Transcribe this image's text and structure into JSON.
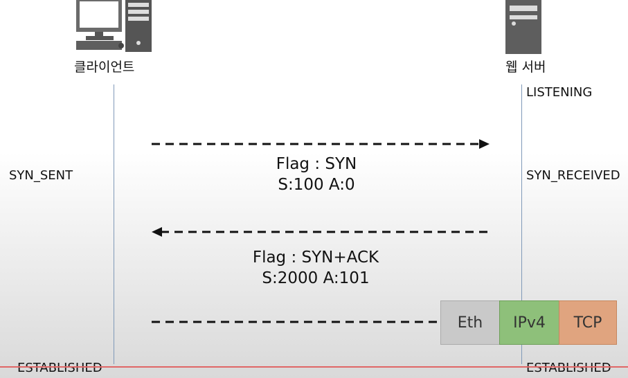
{
  "client": {
    "label": "클라이언트",
    "icon": "desktop-computer-icon"
  },
  "server": {
    "label": "웹 서버",
    "icon": "server-tower-icon"
  },
  "states": {
    "server_listening": "LISTENING",
    "client_syn_sent": "SYN_SENT",
    "server_syn_received": "SYN_RECEIVED",
    "client_established": "ESTABLISHED",
    "server_established": "ESTABLISHED"
  },
  "messages": {
    "syn": {
      "flag": "Flag : SYN",
      "seq": "S:100 A:0",
      "direction": "client-to-server"
    },
    "syn_ack": {
      "flag": "Flag : SYN+ACK",
      "seq": "S:2000 A:101",
      "direction": "server-to-client"
    },
    "ack": {
      "direction": "client-to-server"
    }
  },
  "packet": {
    "layers": [
      {
        "name": "Eth",
        "color": "#c9c9c9"
      },
      {
        "name": "IPv4",
        "color": "#8ec07a"
      },
      {
        "name": "TCP",
        "color": "#e0a47f"
      }
    ]
  },
  "colors": {
    "lifeline": "#7f99b8",
    "bottom_line": "#e06666"
  }
}
